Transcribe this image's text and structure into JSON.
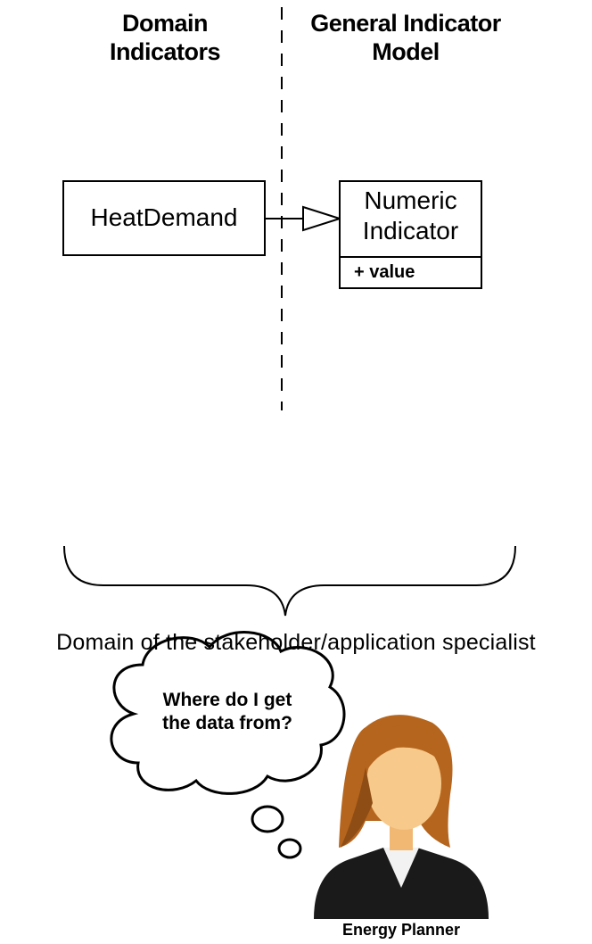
{
  "columns": {
    "left_heading_line1": "Domain",
    "left_heading_line2": "Indicators",
    "right_heading_line1": "General Indicator",
    "right_heading_line2": "Model"
  },
  "classes": {
    "heat_demand": "HeatDemand",
    "numeric_indicator_line1": "Numeric",
    "numeric_indicator_line2": "Indicator",
    "numeric_indicator_attr": "+ value"
  },
  "brace_caption": "Domain of the stakeholder/application specialist",
  "thought_bubble": {
    "line1": "Where do I get",
    "line2": "the data from?"
  },
  "person_label": "Energy Planner",
  "colors": {
    "line": "#000000",
    "hair": "#b5651d",
    "skin": "#f7c98a",
    "jacket": "#1a1a1a"
  }
}
